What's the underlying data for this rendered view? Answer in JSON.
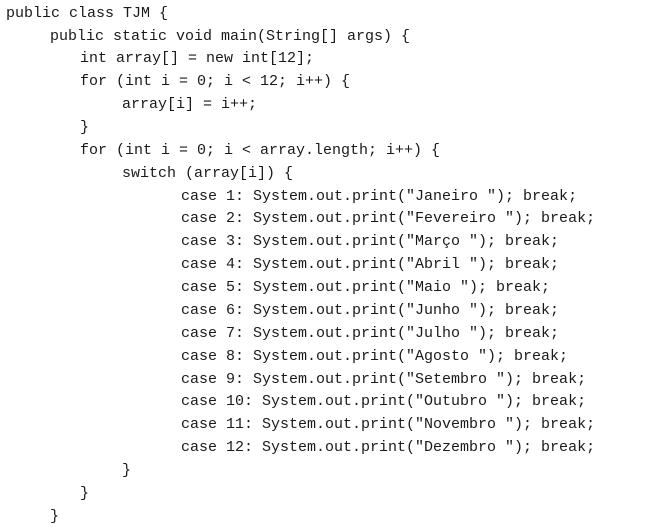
{
  "code": {
    "lines": [
      "public class TJM {",
      "public static void main(String[] args) {",
      "int array[] = new int[12];",
      "for (int i = 0; i < 12; i++) {",
      "array[i] = i++;",
      "}",
      "for (int i = 0; i < array.length; i++) {",
      "switch (array[i]) {",
      "case 1: System.out.print(\"Janeiro \"); break;",
      "case 2: System.out.print(\"Fevereiro \"); break;",
      "case 3: System.out.print(\"Março \"); break;",
      "case 4: System.out.print(\"Abril \"); break;",
      "case 5: System.out.print(\"Maio \"); break;",
      "case 6: System.out.print(\"Junho \"); break;",
      "case 7: System.out.print(\"Julho \"); break;",
      "case 8: System.out.print(\"Agosto \"); break;",
      "case 9: System.out.print(\"Setembro \"); break;",
      "case 10: System.out.print(\"Outubro \"); break;",
      "case 11: System.out.print(\"Novembro \"); break;",
      "case 12: System.out.print(\"Dezembro \"); break;",
      "}",
      "}",
      "}"
    ]
  }
}
